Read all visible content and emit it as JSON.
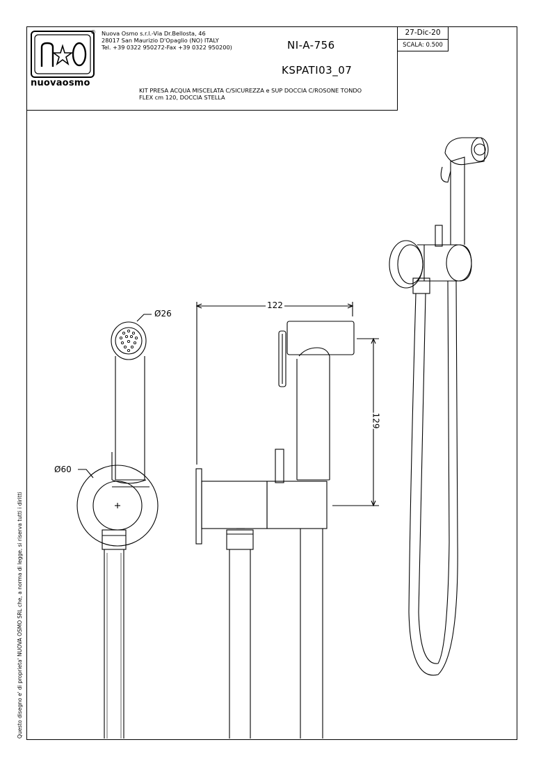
{
  "company": {
    "logo_text": "nuovaosmo",
    "logo_mark": "n☆O",
    "registered": "®",
    "address_line1": "Nuova Osmo s.r.l.-Via Dr.Bellosta, 46",
    "address_line2": "28017 San Maurizio D'Opaglio (NO) ITALY",
    "address_line3": "Tel. +39 0322 950272-Fax +39 0322 950200)"
  },
  "drawing": {
    "number": "NI-A-756",
    "code": "KSPATI03_07",
    "date": "27-Dic-20",
    "scale": "SCALA: 0.500",
    "description_line1": "KIT PRESA ACQUA MISCELATA C/SICUREZZA e SUP DOCCIA C/ROSONE TONDO",
    "description_line2": "FLEX cm 120, DOCCIA STELLA"
  },
  "dimensions": {
    "head_diameter": "Ø26",
    "rosette_diameter": "Ø60",
    "width": "122",
    "height": "129"
  },
  "copyright": "Questo disegno e' di proprieta' NUOVA OSMO SRL che, a norma di legge, si riserva tutti i diritti"
}
